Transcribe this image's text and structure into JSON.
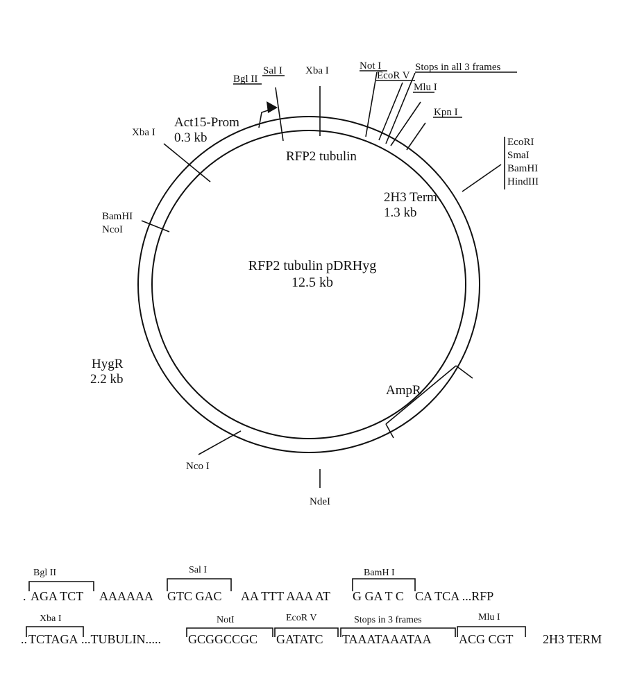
{
  "plasmid": {
    "name": "RFP2 tubulin pDRHyg",
    "size": "12.5 kb"
  },
  "regions": {
    "promoter_name": "Act15-Prom",
    "promoter_size": "0.3 kb",
    "insert": "RFP2 tubulin",
    "terminator_name": "2H3 Term",
    "terminator_size": "1.3 kb",
    "hygromycin_name": "HygR",
    "hygromycin_size": "2.2 kb",
    "ampicillin": "AmpR"
  },
  "sites": {
    "bglII": "Bgl II",
    "salI": "Sal I",
    "xbaI_top": "Xba I",
    "notI": "Not I",
    "ecoRV": "EcoR V",
    "stops": "Stops in all 3 frames",
    "mluI": "Mlu I",
    "kpnI": "Kpn I",
    "mcs": [
      "EcoRI",
      "SmaI",
      "BamHI",
      "HindIII"
    ],
    "xbaI_left": "Xba I",
    "bamhi_ncoi": [
      "BamHI",
      "NcoI"
    ],
    "ncoI_bottom": "Nco I",
    "ndeI": "NdeI"
  },
  "sequence_row1": {
    "prefix": ".",
    "segments": [
      "AGA TCT",
      "AAAAAA",
      "GTC GAC",
      "AA TTT AAA AT",
      "G GA T C",
      "CA TCA ...RFP"
    ],
    "brackets": [
      "Bgl II",
      "Sal I",
      "BamH I"
    ]
  },
  "sequence_row2": {
    "prefix": "..",
    "segments": [
      "TCTAGA",
      "...TUBULIN.....",
      "GCGGCCGC",
      "GATATC",
      "TAAATAAATAA",
      "ACG CGT",
      "2H3 TERM"
    ],
    "brackets": [
      "Xba I",
      "NotI",
      "EcoR V",
      "Stops in 3 frames",
      "Mlu I"
    ]
  }
}
